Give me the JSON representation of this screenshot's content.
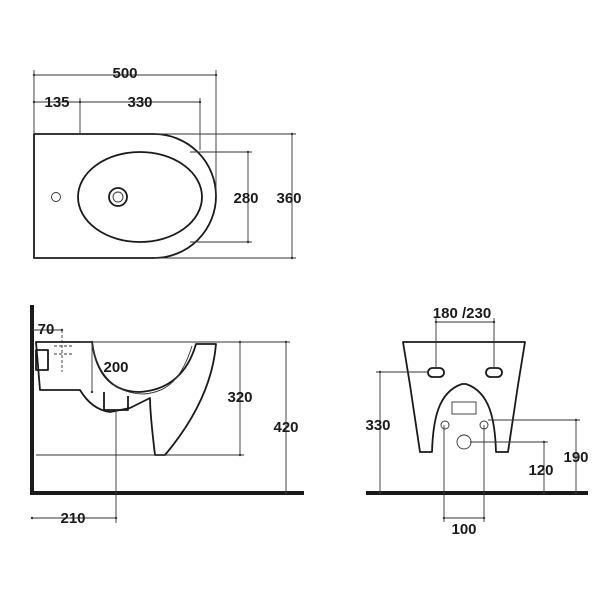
{
  "colors": {
    "line": "#1a1a1a",
    "background": "#ffffff"
  },
  "top_view": {
    "width": "500",
    "hole_offset": "135",
    "bowl_length": "330",
    "bowl_width": "280",
    "depth": "360"
  },
  "side_view": {
    "inlet_offset": "70",
    "bowl_depth": "200",
    "rim_height": "320",
    "total_height": "420",
    "outlet_distance": "210"
  },
  "rear_view": {
    "fixing_spacing": "180 /230",
    "fixing_height": "330",
    "outlet_spacing": "100",
    "outlet_height_low": "120",
    "outlet_height_high": "190"
  }
}
